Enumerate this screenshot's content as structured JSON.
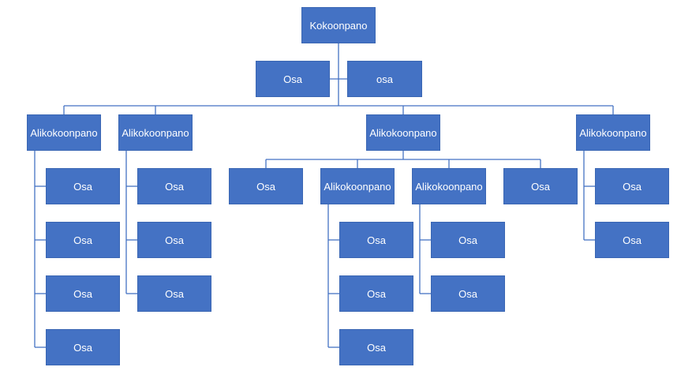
{
  "diagram": {
    "root": "Kokoonpano",
    "assistants": [
      "Osa",
      "osa"
    ],
    "branches": [
      {
        "label": "Alikokoonpano",
        "children": [
          "Osa",
          "Osa",
          "Osa",
          "Osa"
        ]
      },
      {
        "label": "Alikokoonpano",
        "children": [
          "Osa",
          "Osa",
          "Osa"
        ]
      },
      {
        "label": "Alikokoonpano",
        "children": [
          {
            "label": "Osa"
          },
          {
            "label": "Alikokoonpano",
            "children": [
              "Osa",
              "Osa",
              "Osa"
            ]
          },
          {
            "label": "Alikokoonpano",
            "children": [
              "Osa",
              "Osa"
            ]
          },
          {
            "label": "Osa"
          }
        ]
      },
      {
        "label": "Alikokoonpano",
        "children": [
          "Osa",
          "Osa"
        ]
      }
    ],
    "colors": {
      "box": "#4472c4",
      "line": "#4472c4",
      "text": "#ffffff"
    }
  }
}
